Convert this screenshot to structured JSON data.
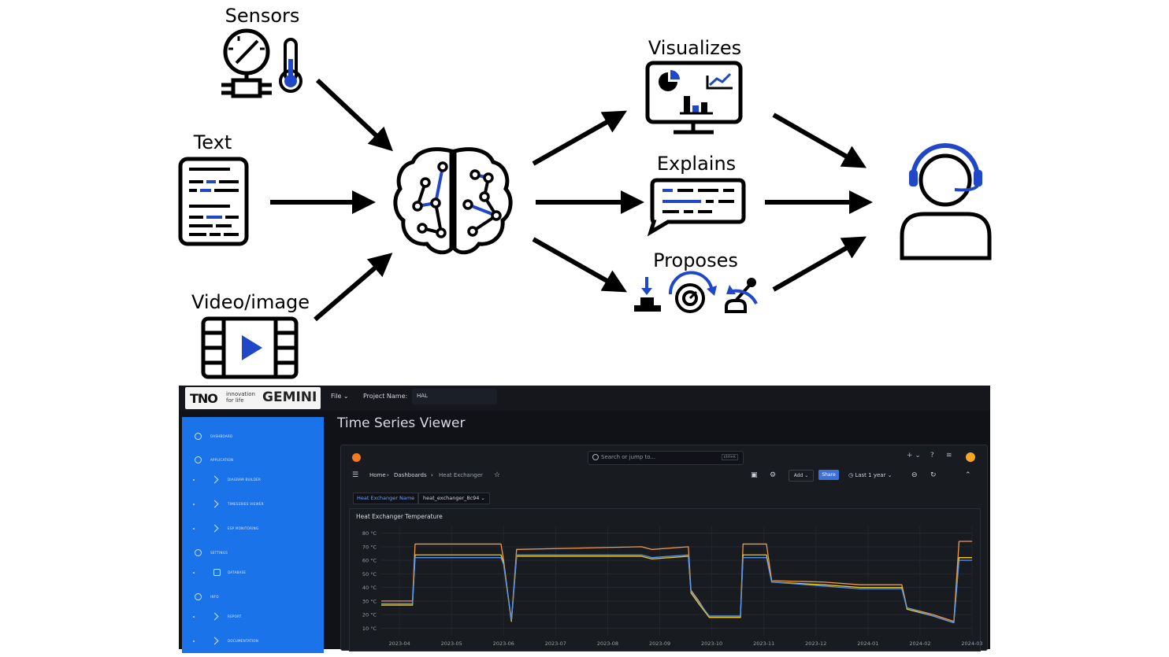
{
  "inputs": {
    "sensors": "Sensors",
    "text": "Text",
    "video": "Video/image"
  },
  "outputs": {
    "visualizes": "Visualizes",
    "explains": "Explains",
    "proposes": "Proposes"
  },
  "colors": {
    "accent": "#1f47c8",
    "stroke": "#000000",
    "sidebar": "#1a73e8"
  },
  "icons": [
    "pressure-gauge-icon",
    "thermometer-icon",
    "text-document-icon",
    "video-icon",
    "brain-network-icon",
    "monitor-chart-icon",
    "speech-bubble-icon",
    "push-button-icon",
    "dial-icon",
    "lever-icon",
    "operator-headset-icon"
  ],
  "dashboard": {
    "logo_tno": "TNO",
    "logo_tno_sub": "innovation for life",
    "logo_gemini": "GEMINI",
    "file_menu": "File",
    "project_label": "Project Name:",
    "project_value": "HAL",
    "page_title": "Time Series Viewer",
    "sidebar": [
      {
        "label": "DASHBOARD",
        "icon": "dashboard-icon"
      },
      {
        "label": "APPLICATION",
        "icon": "application-icon"
      },
      {
        "label": "DIAGRAM BUILDER",
        "icon": "chevron-icon"
      },
      {
        "label": "TIMESERIES VIEWER",
        "icon": "chevron-icon"
      },
      {
        "label": "ESP MONITORING",
        "icon": "chevron-icon"
      },
      {
        "label": "SETTINGS",
        "icon": "settings-icon"
      },
      {
        "label": "DATABASE",
        "icon": "database-icon"
      },
      {
        "label": "INFO",
        "icon": "info-icon"
      },
      {
        "label": "REPORT",
        "icon": "chevron-icon"
      },
      {
        "label": "DOCUMENTATION",
        "icon": "chevron-icon"
      }
    ],
    "grafana": {
      "search_placeholder": "Search or jump to...",
      "search_shortcut": "ctrl+k",
      "breadcrumb": [
        "Home",
        "Dashboards",
        "Heat Exchanger"
      ],
      "add_label": "Add",
      "share_label": "Share",
      "time_range": "Last 1 year",
      "variable_label": "Heat Exchanger Name",
      "variable_value": "heat_exchanger_8c94",
      "panel_title": "Heat Exchanger Temperature"
    }
  },
  "chart_data": {
    "type": "line",
    "title": "Heat Exchanger Temperature",
    "xlabel": "",
    "ylabel": "",
    "x": [
      "2023-04",
      "2023-05",
      "2023-06",
      "2023-07",
      "2023-08",
      "2023-09",
      "2023-10",
      "2023-11",
      "2023-12",
      "2024-01",
      "2024-02",
      "2024-03"
    ],
    "y_ticks": [
      "80 °C",
      "70 °C",
      "60 °C",
      "50 °C",
      "40 °C",
      "30 °C",
      "20 °C",
      "10 °C"
    ],
    "ylim": [
      5,
      85
    ],
    "grid": true,
    "series": [
      {
        "color": "#f2994a",
        "values": [
          [
            0,
            30
          ],
          [
            0.6,
            30
          ],
          [
            0.65,
            72
          ],
          [
            2.3,
            72
          ],
          [
            2.35,
            60
          ],
          [
            2.5,
            15
          ],
          [
            2.6,
            68
          ],
          [
            5.0,
            70
          ],
          [
            5.2,
            68
          ],
          [
            5.9,
            70
          ],
          [
            5.95,
            38
          ],
          [
            6.1,
            30
          ],
          [
            6.3,
            18
          ],
          [
            6.9,
            18
          ],
          [
            6.95,
            72
          ],
          [
            7.4,
            72
          ],
          [
            7.5,
            45
          ],
          [
            8.5,
            44
          ],
          [
            9.2,
            42
          ],
          [
            10.0,
            42
          ],
          [
            10.1,
            25
          ],
          [
            10.6,
            20
          ],
          [
            11.0,
            15
          ],
          [
            11.1,
            74
          ],
          [
            11.35,
            74
          ]
        ]
      },
      {
        "color": "#f2cc0c",
        "values": [
          [
            0,
            27
          ],
          [
            0.6,
            27
          ],
          [
            0.65,
            64
          ],
          [
            2.3,
            64
          ],
          [
            2.35,
            58
          ],
          [
            2.5,
            15
          ],
          [
            2.6,
            63
          ],
          [
            5.0,
            63
          ],
          [
            5.2,
            61
          ],
          [
            5.9,
            63
          ],
          [
            5.95,
            36
          ],
          [
            6.1,
            28
          ],
          [
            6.3,
            18
          ],
          [
            6.9,
            18
          ],
          [
            6.95,
            64
          ],
          [
            7.4,
            64
          ],
          [
            7.5,
            44
          ],
          [
            8.5,
            42
          ],
          [
            9.2,
            40
          ],
          [
            10.0,
            40
          ],
          [
            10.1,
            24
          ],
          [
            10.6,
            19
          ],
          [
            11.0,
            14
          ],
          [
            11.1,
            62
          ],
          [
            11.35,
            62
          ]
        ]
      },
      {
        "color": "#5794f2",
        "values": [
          [
            0,
            28
          ],
          [
            0.6,
            28
          ],
          [
            0.65,
            62
          ],
          [
            2.3,
            62
          ],
          [
            2.35,
            57
          ],
          [
            2.5,
            16
          ],
          [
            2.6,
            64
          ],
          [
            5.0,
            64
          ],
          [
            5.2,
            62
          ],
          [
            5.9,
            64
          ],
          [
            5.95,
            37
          ],
          [
            6.1,
            29
          ],
          [
            6.3,
            19
          ],
          [
            6.9,
            19
          ],
          [
            6.95,
            62
          ],
          [
            7.4,
            62
          ],
          [
            7.5,
            44
          ],
          [
            8.5,
            41
          ],
          [
            9.2,
            39
          ],
          [
            10.0,
            39
          ],
          [
            10.1,
            25
          ],
          [
            10.6,
            19
          ],
          [
            11.0,
            14
          ],
          [
            11.1,
            60
          ],
          [
            11.35,
            60
          ]
        ]
      }
    ]
  }
}
